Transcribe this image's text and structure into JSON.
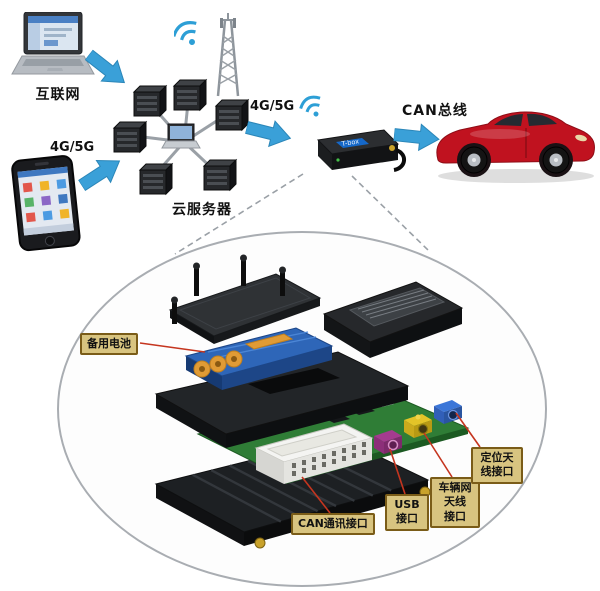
{
  "diagram": {
    "internet_label": "互联网",
    "phone_network_label": "4G/5G",
    "cloud_server_label": "云服务器",
    "tbox_network_label": "4G/5G",
    "can_bus_label": "CAN总线",
    "tbox_device_label": "T-box"
  },
  "callouts": {
    "backup_battery": {
      "label": "备用电池"
    },
    "can_interface": {
      "label": "CAN通讯接口"
    },
    "usb_interface": {
      "line1": "USB",
      "line2": "接口"
    },
    "vehicle_antenna": {
      "line1": "车辆网",
      "line2": "天线",
      "line3": "接口"
    },
    "gps_antenna": {
      "line1": "定位天",
      "line2": "线接口"
    }
  },
  "colors": {
    "arrow_blue": "#3aa0d8",
    "wifi_blue": "#2d9fd6",
    "callout_bg": "#d8c480",
    "callout_border": "#7a5c18",
    "leader_red": "#c5351f",
    "pcb_green": "#2f7d36",
    "battery_blue": "#2e66b8",
    "cell_orange": "#e09b35",
    "car_red": "#c0121f"
  }
}
